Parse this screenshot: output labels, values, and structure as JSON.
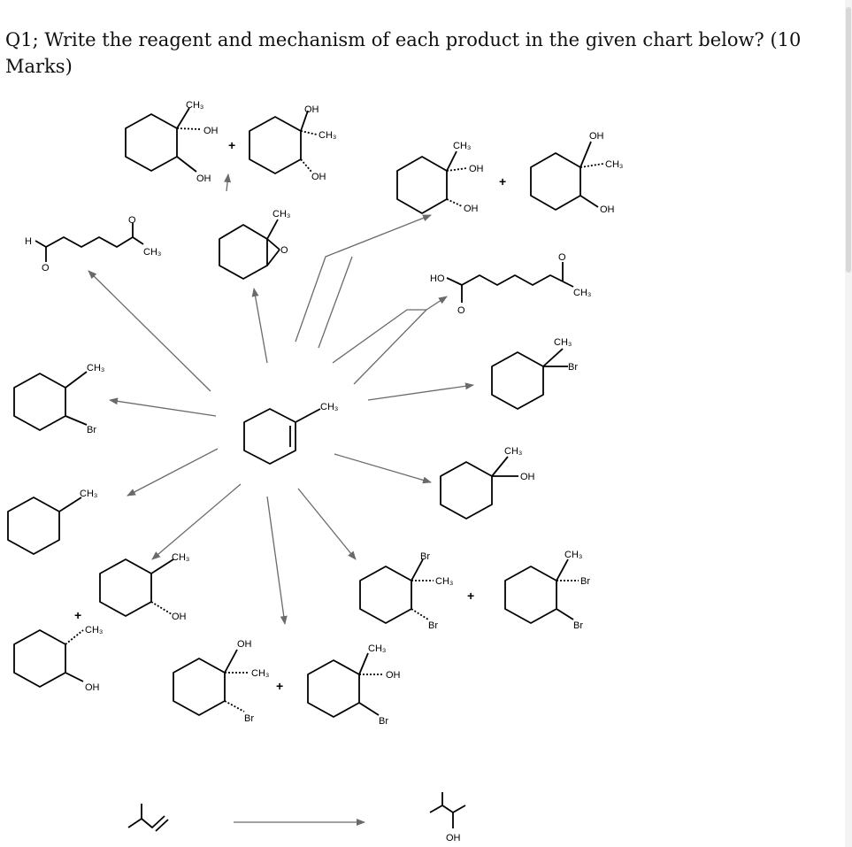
{
  "question": "Q1; Write the reagent and mechanism of each product in the given chart below? (10 Marks)",
  "labels": {
    "ch3": "CH₃",
    "oh": "OH",
    "ho": "HO",
    "br": "Br",
    "h": "H",
    "o": "O",
    "plus": "+"
  },
  "icons": {
    "arrow": "reaction-arrow",
    "plus": "plus-sign"
  },
  "colors": {
    "arrow": "#6a6a6a",
    "bond": "#000000"
  }
}
